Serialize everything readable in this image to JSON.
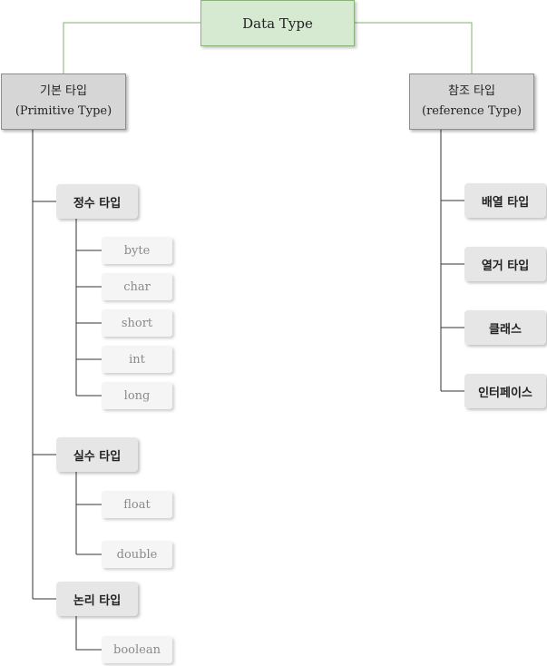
{
  "root": {
    "label": "Data Type"
  },
  "primitive": {
    "label": "기본 타입",
    "sublabel": "(Primitive Type)",
    "integer": {
      "label": "정수 타입",
      "items": [
        "byte",
        "char",
        "short",
        "int",
        "long"
      ]
    },
    "real": {
      "label": "실수 타입",
      "items": [
        "float",
        "double"
      ]
    },
    "logical": {
      "label": "논리 타입",
      "items": [
        "boolean"
      ]
    }
  },
  "reference": {
    "label": "참조 타입",
    "sublabel": "(reference Type)",
    "items": [
      "배열 타입",
      "열거 타입",
      "클래스",
      "인터페이스"
    ]
  },
  "colors": {
    "root_fill": "#d6ead2",
    "root_border": "#8ab37c",
    "category_fill": "#d6d6d6",
    "group_fill": "#e6e6e6",
    "leaf_fill": "#f5f5f5",
    "connector": "#333333",
    "root_connector": "#7fb36f"
  }
}
